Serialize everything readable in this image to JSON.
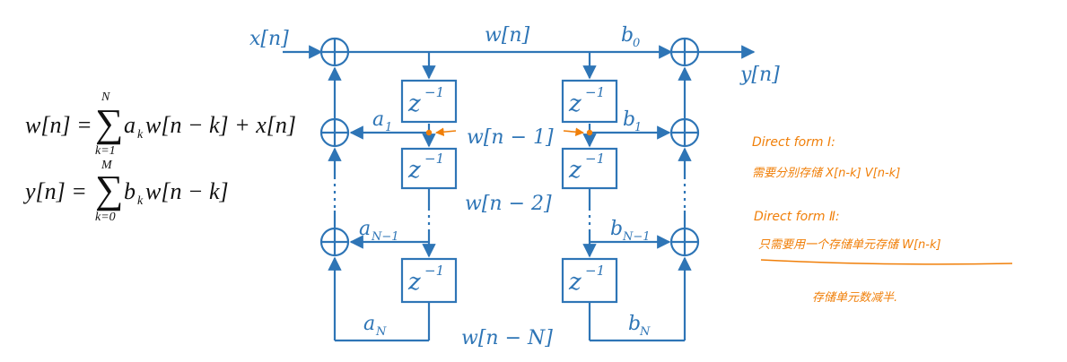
{
  "signals": {
    "x_n": "x[n]",
    "w_n": "w[n]",
    "y_n": "y[n]",
    "w_n_minus_1": "w[n − 1]",
    "w_n_minus_2": "w[n − 2]",
    "w_n_minus_N": "w[n − N]"
  },
  "delay": {
    "base": "z",
    "exp": "−1"
  },
  "feedback_coeffs": [
    {
      "base": "a",
      "sub": "1"
    },
    {
      "base": "a",
      "sub": "N−1"
    },
    {
      "base": "a",
      "sub": "N"
    }
  ],
  "feedforward_coeffs": [
    {
      "base": "b",
      "sub": "0"
    },
    {
      "base": "b",
      "sub": "1"
    },
    {
      "base": "b",
      "sub": "N−1"
    },
    {
      "base": "b",
      "sub": "N"
    }
  ],
  "equations": {
    "eq1": {
      "lhs": "w[n] =",
      "sum_upper": "N",
      "sum_lower": "k=1",
      "term": "a",
      "term_sub": "k",
      "rhs": "w[n − k] + x[n]"
    },
    "eq2": {
      "lhs": "y[n] =",
      "sum_upper": "M",
      "sum_lower": "k=0",
      "term": "b",
      "term_sub": "k",
      "rhs": "w[n − k]"
    }
  },
  "notes": {
    "line1": "Direct form I:",
    "line2": "需要分别存储 X[n-k]   V[n-k]",
    "line3": "Direct form Ⅱ:",
    "line4": "只需要用一个存储单元存储 W[n-k]",
    "line5": "存储单元数减半."
  },
  "colors": {
    "diagram": "#2e75b6",
    "annotation": "#f07f09",
    "equation": "#111111"
  }
}
